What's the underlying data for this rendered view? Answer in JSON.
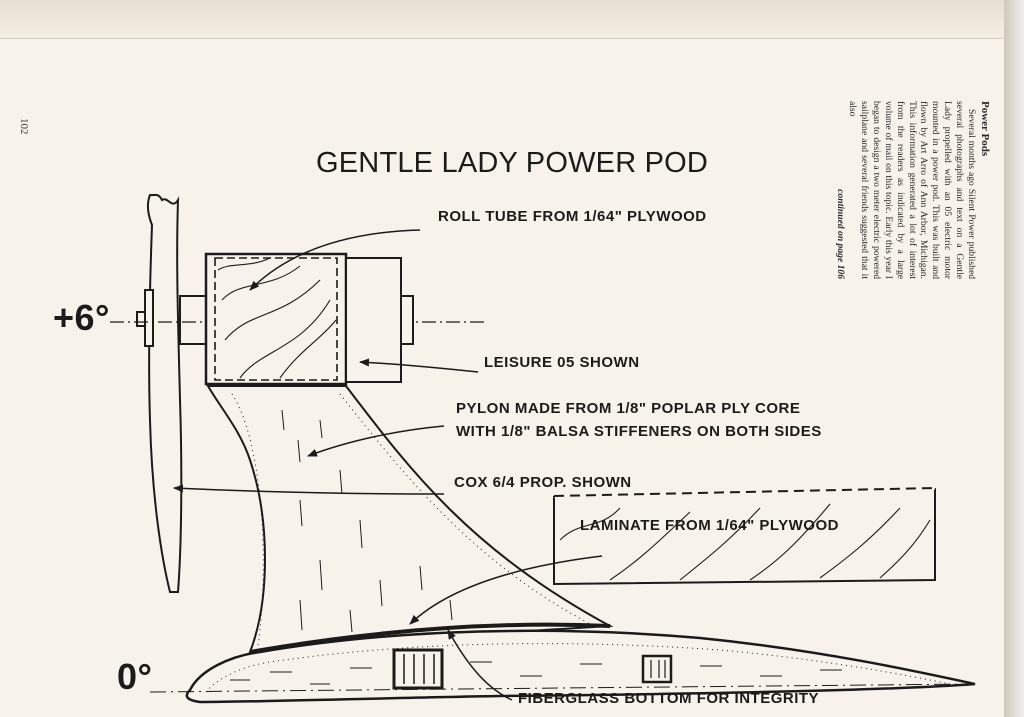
{
  "page": {
    "number": "102"
  },
  "drawing": {
    "title": "GENTLE LADY POWER POD",
    "labels": {
      "roll_tube": "ROLL TUBE FROM 1/64\" PLYWOOD",
      "leisure": "LEISURE 05 SHOWN",
      "pylon_line1": "PYLON MADE FROM 1/8\" POPLAR PLY CORE",
      "pylon_line2": "WITH 1/8\" BALSA STIFFENERS ON BOTH SIDES",
      "cox_prop": "COX 6/4 PROP. SHOWN",
      "laminate": "LAMINATE FROM 1/64\" PLYWOOD",
      "fiberglass": "FIBERGLASS BOTTOM FOR INTEGRITY"
    },
    "angles": {
      "top": "+6°",
      "bottom": "0°"
    }
  },
  "sidebar": {
    "heading": "Power Pods",
    "body": "Several months ago Silent Power published several photographs and text on a Gentle Lady propelled with an 05 electric motor mounted in a power pod. This was built and flown by Art Arro of Ann Arbor, Michigan. This information generated a lot of interest from the readers as indicated by a large volume of mail on this topic. Early this year I began to design a two meter electric powered sailplane and several friends suggested that it also",
    "continued": "continued on page 106"
  },
  "colors": {
    "paper": "#f7f3ea",
    "ink": "#1b1b1b"
  }
}
